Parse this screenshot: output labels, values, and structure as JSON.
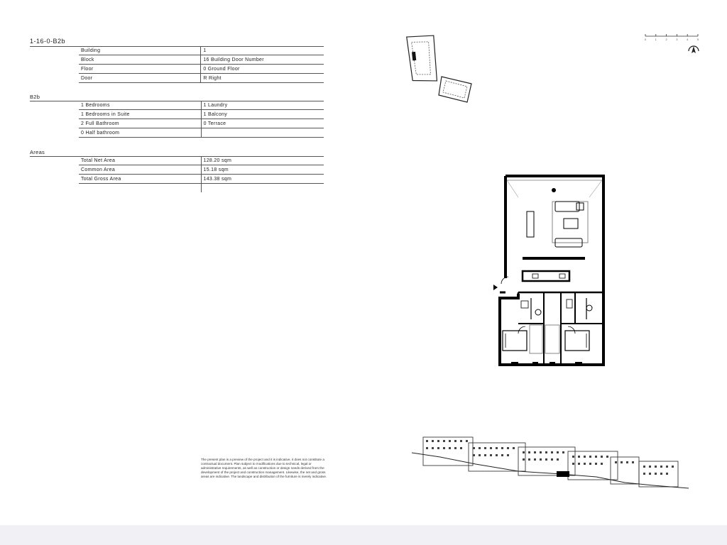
{
  "unit_code": "1-16-0-B2b",
  "location": {
    "rows": [
      {
        "label": "Building",
        "value": "1"
      },
      {
        "label": "Block",
        "value": "16 Building Door Number"
      },
      {
        "label": "Floor",
        "value": "0 Ground Floor"
      },
      {
        "label": "Door",
        "value": "R Right"
      }
    ]
  },
  "typology": {
    "title": "B2b",
    "rows": [
      {
        "left": "1 Bedrooms",
        "right": "1 Laundry"
      },
      {
        "left": "1 Bedrooms in Suite",
        "right": "1 Balcony"
      },
      {
        "left": "2 Full Bathroom",
        "right": "0 Terrace"
      },
      {
        "left": "0 Half bathroom",
        "right": ""
      }
    ]
  },
  "areas": {
    "title": "Areas",
    "rows": [
      {
        "label": "Total Net Area",
        "value": "128.20 sqm"
      },
      {
        "label": "Common Area",
        "value": "15.18 sqm"
      },
      {
        "label": "Total Gross Area",
        "value": "143.38 sqm"
      },
      {
        "label": "",
        "value": ""
      }
    ]
  },
  "disclaimer": "The present plan is a preview of the project and it is indicative, it does not constitute a contractual document. Plan subject to modifications due to technical, legal or administrative requirements, as well as construction or design needs derived from the development of the project and construction management. Likewise, the net and gross areas are indicative. The landscape and distribution of the furniture is merely indicative.",
  "scale_bar": {
    "ticks": [
      "0",
      "1",
      "2",
      "3",
      "4",
      "5"
    ]
  },
  "icons": {
    "compass": "north-arrow-icon",
    "entrance": "entrance-arrow-icon"
  },
  "colors": {
    "ink": "#000000",
    "line": "#555555",
    "footer_bar": "#f1f1f5"
  }
}
